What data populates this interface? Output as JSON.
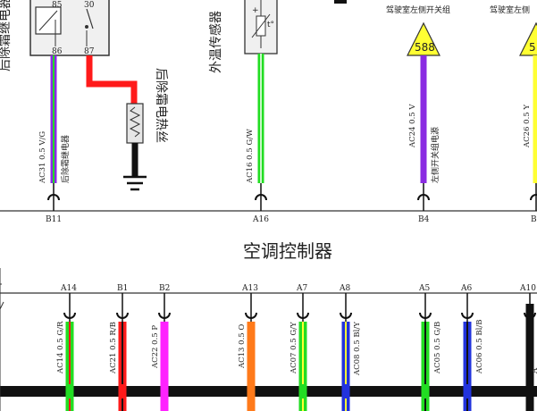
{
  "colors": {
    "violet": "#8a2be2",
    "green": "#22dd22",
    "red": "#ff1a1a",
    "magenta": "#ff22ff",
    "orange": "#ff7a1a",
    "blue": "#2233dd",
    "black": "#111111",
    "warn_yellow": "#ffff33"
  },
  "title": "空调控制器",
  "relay": {
    "label": "后除霜继电器",
    "pins": [
      "85",
      "30",
      "86",
      "87"
    ]
  },
  "heater": {
    "label": "后除霜电热丝"
  },
  "temp_sensor": {
    "label": "外温传感器",
    "symbol": "t°"
  },
  "switches": {
    "left": {
      "label": "驾驶室左侧开关组",
      "badge": "588"
    },
    "right": {
      "label": "驾驶室左侧",
      "badge": "5"
    }
  },
  "top_wires": [
    {
      "label": "AC31 0.5 V/G",
      "pin": "B11",
      "side_note": "后除霜继电器"
    },
    {
      "label": "AC16 0.5 G/W",
      "pin": "A16",
      "side_note": ""
    },
    {
      "label": "AC24 0.5 V",
      "pin": "B4",
      "side_note": "左侧开关组电源"
    },
    {
      "label": "AC26 0.5 Y",
      "pin": "B",
      "side_note": ""
    }
  ],
  "bottom_wires": [
    {
      "label": "AC14 0.5 G/R",
      "pin": "A14"
    },
    {
      "label": "AC21 0.5 R/B",
      "pin": "B1"
    },
    {
      "label": "AC22 0.5 P",
      "pin": "B2"
    },
    {
      "label": "AC13 0.5 O",
      "pin": "A13"
    },
    {
      "label": "AC07 0.5 G/Y",
      "pin": "A7"
    },
    {
      "label": "AC08 0.5 Bl/Y",
      "pin": "A8"
    },
    {
      "label": "AC05 0.5 G/B",
      "pin": "A5"
    },
    {
      "label": "AC06 0.5 Bl/B",
      "pin": "A6"
    },
    {
      "label": "A",
      "pin": "A10"
    }
  ]
}
